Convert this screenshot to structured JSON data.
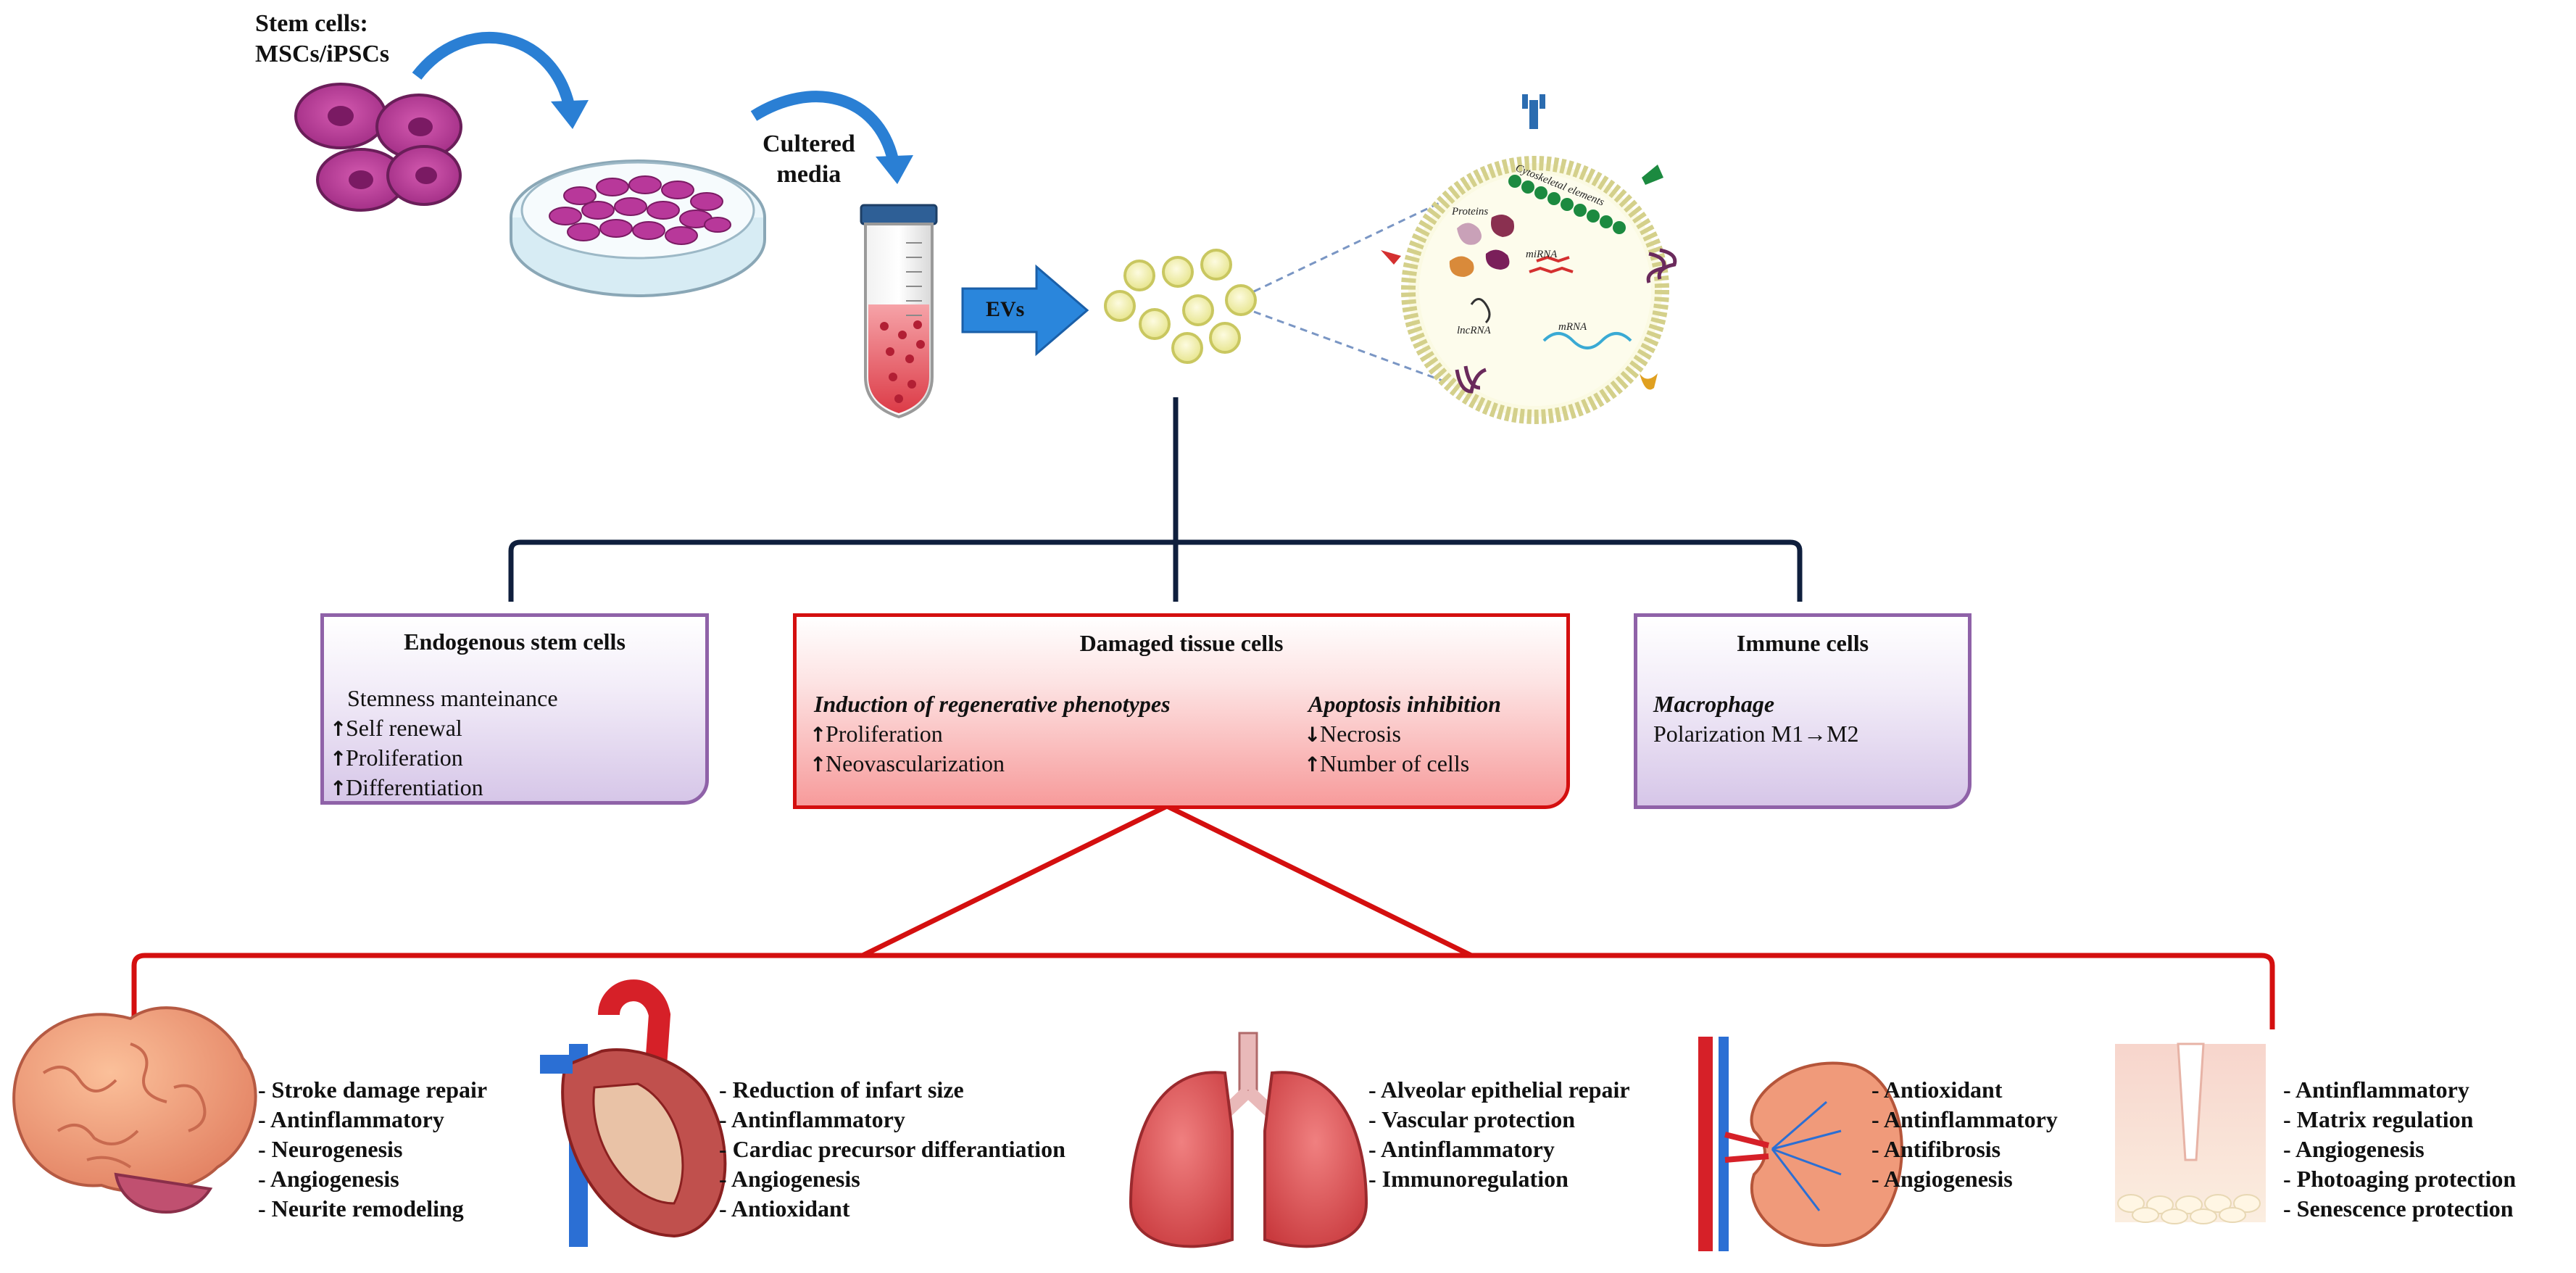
{
  "top": {
    "stem_cells_label": [
      "Stem cells:",
      "MSCs/iPSCs"
    ],
    "cultured_media_label": [
      "Cultered",
      "media"
    ],
    "evs_label": "EVs",
    "ev_cargo_labels": {
      "cytoskeletal": "Cytoskeletal elements",
      "proteins": "Proteins",
      "mirna": "miRNA",
      "lncrna": "lncRNA",
      "mrna": "mRNA"
    }
  },
  "targets": {
    "endogenous": {
      "title": "Endogenous stem cells",
      "lines": [
        "Stemness manteinance",
        "Self renewal",
        "Proliferation",
        "Differentiation"
      ]
    },
    "damaged": {
      "title": "Damaged tissue cells",
      "left_heading": "Induction of regenerative phenotypes",
      "left_items": [
        "Proliferation",
        "Neovascularization"
      ],
      "right_heading": "Apoptosis inhibition",
      "right_items": [
        "Necrosis",
        "Number of cells"
      ]
    },
    "immune": {
      "title": "Immune cells",
      "heading": "Macrophage",
      "line": "Polarization M1→M2"
    }
  },
  "arrows": {
    "up": "↑",
    "down": "↓"
  },
  "organs": {
    "brain": [
      "- Stroke damage repair",
      "- Antinflammatory",
      "- Neurogenesis",
      "- Angiogenesis",
      "- Neurite remodeling"
    ],
    "heart": [
      "- Reduction of infart size",
      "- Antinflammatory",
      "- Cardiac precursor differantiation",
      "- Angiogenesis",
      "- Antioxidant"
    ],
    "lung": [
      "- Alveolar epithelial repair",
      "- Vascular protection",
      "- Antinflammatory",
      "- Immunoregulation"
    ],
    "kidney": [
      "- Antioxidant",
      "- Antinflammatory",
      "- Antifibrosis",
      "- Angiogenesis"
    ],
    "skin": [
      "- Antinflammatory",
      "- Matrix regulation",
      "- Angiogenesis",
      "- Photoaging protection",
      "- Senescence protection"
    ]
  },
  "colors": {
    "navy_connector": "#0f1f3d",
    "red_connector": "#d40f0f",
    "purple_border": "#8f62a8",
    "ev_arrow": "#2a7fd4"
  }
}
